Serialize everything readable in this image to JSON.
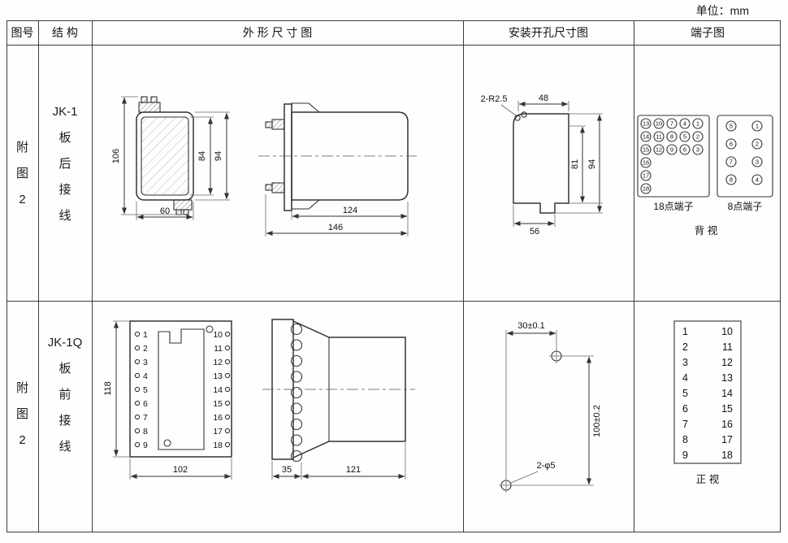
{
  "unit_label": "单位：mm",
  "header": {
    "fig": "图号",
    "struct": "结 构",
    "outline": "外 形 尺 寸 图",
    "mount": "安装开孔尺寸图",
    "terminal": "端子图"
  },
  "row1": {
    "fig": {
      "l1": "附",
      "l2": "图",
      "l3": "2"
    },
    "struct": {
      "l1": "JK-1",
      "l2": "板",
      "l3": "后",
      "l4": "接",
      "l5": "线"
    },
    "outline": {
      "d106": "106",
      "d84": "84",
      "d94": "94",
      "d60": "60",
      "d124": "124",
      "d146": "146"
    },
    "mount": {
      "r25": "2-R2.5",
      "d48": "48",
      "d81": "81",
      "d94": "94",
      "d56": "56"
    },
    "terminal": {
      "box18": [
        "1",
        "2",
        "3",
        "4",
        "5",
        "6",
        "7",
        "8",
        "9",
        "10",
        "11",
        "12",
        "13",
        "14",
        "15",
        "16",
        "17",
        "18"
      ],
      "box18_label": "18点端子",
      "box8": [
        "1",
        "2",
        "3",
        "4",
        "5",
        "6",
        "7",
        "8"
      ],
      "box8_label": "8点端子",
      "view_label": "背 视"
    }
  },
  "row2": {
    "fig": {
      "l1": "附",
      "l2": "图",
      "l3": "2"
    },
    "struct": {
      "l1": "JK-1Q",
      "l2": "板",
      "l3": "前",
      "l4": "接",
      "l5": "线"
    },
    "outline": {
      "left": [
        "1",
        "2",
        "3",
        "4",
        "5",
        "6",
        "7",
        "8",
        "9"
      ],
      "right": [
        "10",
        "11",
        "12",
        "13",
        "14",
        "15",
        "16",
        "17",
        "18"
      ],
      "d118": "118",
      "d102": "102",
      "d35": "35",
      "d121": "121"
    },
    "mount": {
      "d30": "30±0.1",
      "d100": "100±0.2",
      "phi": "2-φ5"
    },
    "terminal": {
      "left": [
        "1",
        "2",
        "3",
        "4",
        "5",
        "6",
        "7",
        "8",
        "9"
      ],
      "right": [
        "10",
        "11",
        "12",
        "13",
        "14",
        "15",
        "16",
        "17",
        "18"
      ],
      "view_label": "正 视"
    }
  }
}
